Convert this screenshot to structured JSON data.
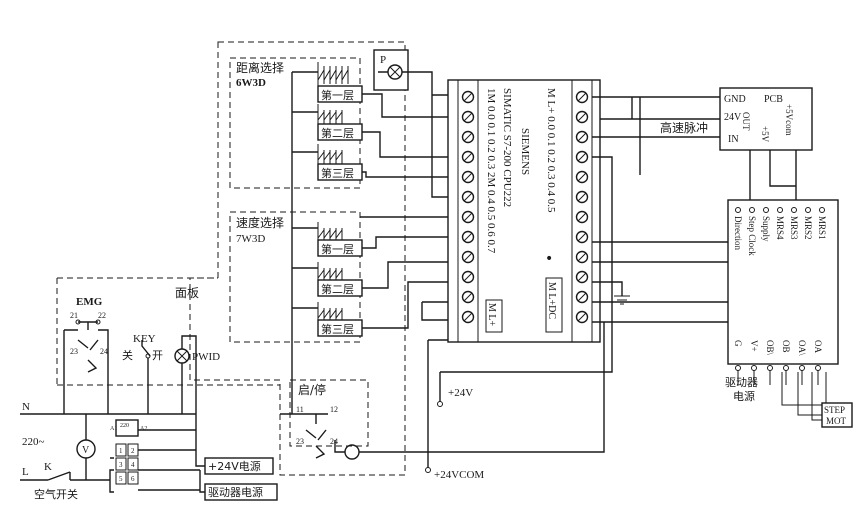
{
  "labels": {
    "distance_select": "距离选择",
    "distance_code": "6W3D",
    "speed_select": "速度选择",
    "speed_code": "7W3D",
    "floor1": "第一层",
    "floor2": "第二层",
    "floor3": "第三层",
    "lamp_p": "P",
    "panel": "面板",
    "emg": "EMG",
    "emg_c21": "21",
    "emg_c22": "22",
    "emg_c23": "23",
    "emg_c24": "24",
    "key": "KEY",
    "key_off": "关",
    "key_on": "开",
    "pwid": "PWID",
    "n": "N",
    "l": "L",
    "v220": "220~",
    "voltmeter": "V",
    "k": "K",
    "air_switch": "空气开关",
    "plus24_supply": "+24V电源",
    "driver_supply": "驱动器电源",
    "start_stop": "启/停",
    "ss_c11": "11",
    "ss_c12": "12",
    "ss_c23": "23",
    "ss_c24": "24",
    "plus24v": "+24V",
    "plus24vcom": "+24VCOM",
    "high_speed_pulse": "高速脉冲",
    "pcb": "PCB",
    "gnd": "GND",
    "v24": "24V",
    "in": "IN",
    "out": "OUT",
    "p5v": "+5V",
    "p5vcom": "+5Vcom",
    "driver_power": "驱动器",
    "driver_power2": "电源",
    "step_mot1": "STEP",
    "step_mot2": "MOT",
    "relay_a1": "A1",
    "relay_a2": "A2",
    "relay_num": "220"
  },
  "plc": {
    "brand": "SIEMENS",
    "model": "SIMATIC S7-200 CPU222",
    "left_text": "1M 0.0 0.1 0.2 0.3 2M 0.4 0.5 0.6 0.7",
    "right_text": "M L+ 0.0 0.1 0.2 0.3 0.4 0.5",
    "bottom_left": "M L+",
    "bottom_right": "M L+DC",
    "dot": "•"
  },
  "driver": {
    "top_pins": [
      "Direction",
      "Step Clock",
      "Supply",
      "MRS4",
      "MRS3",
      "MRS2",
      "MRS1"
    ],
    "bottom_pins": [
      "G",
      "V+",
      "OB\\",
      "OB",
      "OA\\",
      "OA"
    ]
  },
  "terminals": [
    "1",
    "2",
    "3",
    "4",
    "5",
    "6"
  ]
}
